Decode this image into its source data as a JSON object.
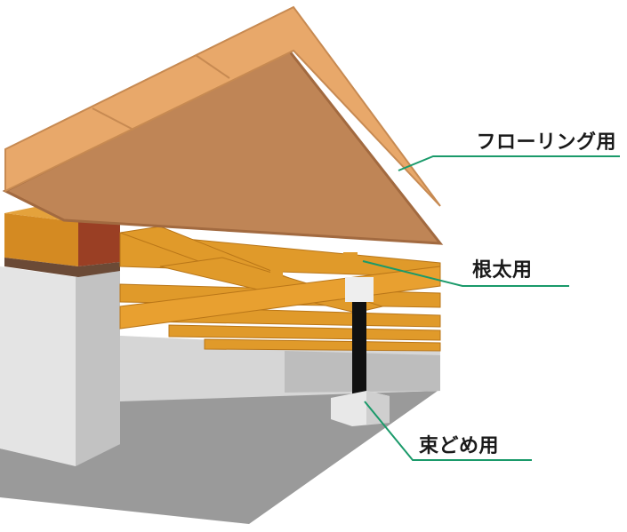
{
  "labels": {
    "flooring": "フローリング用",
    "joist": "根太用",
    "post": "束どめ用"
  },
  "colors": {
    "leader_line": "#1a9a6a",
    "floorboard_top": "#e8a86a",
    "floorboard_edge": "#c78a52",
    "plywood": "#bf8556",
    "plywood_edge": "#a26a40",
    "timber": "#e09a2a",
    "timber_dark": "#b97618",
    "sill_end": "#9a3f24",
    "concrete": "#d8d8d8",
    "concrete_shadow": "#b8b8b8",
    "ground": "#9a9a9a",
    "post": "#111111"
  }
}
